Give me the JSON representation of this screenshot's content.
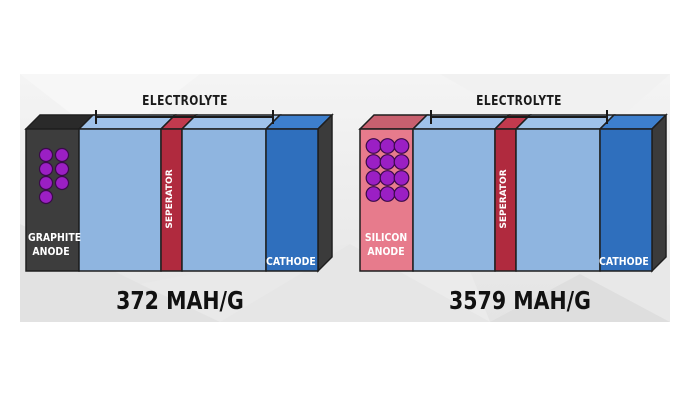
{
  "cells": [
    {
      "electrolyte_label": "ELECTROLYTE",
      "anode_label_line1": "GRAPHITE",
      "anode_label_line2": "ANODE",
      "separator_label": "SEPERATOR",
      "cathode_label": "CATHODE",
      "capacity_label": "372 MAH/G",
      "anode_particles": 7,
      "colors": {
        "anode": "#3d3d3d",
        "anode_top": "#2a2a2a"
      }
    },
    {
      "electrolyte_label": "ELECTROLYTE",
      "anode_label_line1": "SILICON",
      "anode_label_line2": "ANODE",
      "separator_label": "SEPERATOR",
      "cathode_label": "CATHODE",
      "capacity_label": "3579 MAH/G",
      "anode_particles": 12,
      "colors": {
        "anode": "#e77b8c",
        "anode_top": "#c8606f"
      }
    }
  ],
  "colors": {
    "electrolyte": "#8fb5e0",
    "electrolyte_side": "#3b3b3b",
    "separator": "#b02a3e",
    "cathode": "#2f6fbd",
    "particle": "#9b1fc4",
    "particle_stroke": "#3a0a4a",
    "outline": "#1f1f1f"
  }
}
